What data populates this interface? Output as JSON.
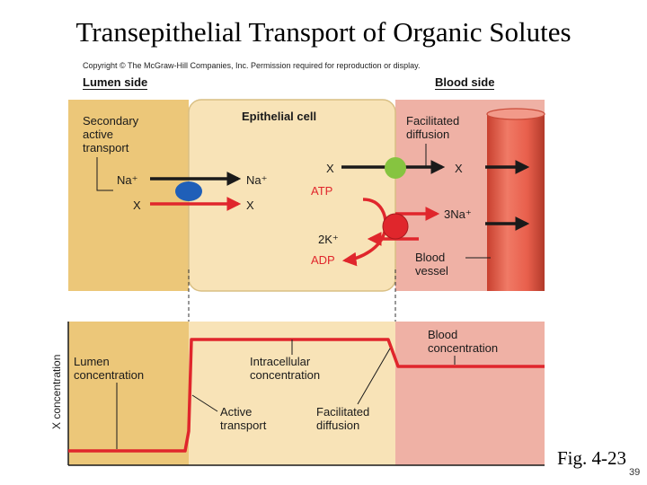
{
  "slide": {
    "title": "Transepithelial Transport of Organic Solutes",
    "copyright": "Copyright © The McGraw-Hill Companies, Inc. Permission required for reproduction or display.",
    "lumen_side": "Lumen side",
    "blood_side": "Blood side",
    "figure_label": "Fig. 4-23",
    "page_number": "39"
  },
  "top_panel": {
    "epithelial_cell": "Epithelial cell",
    "secondary_active_transport": [
      "Secondary",
      "active",
      "transport"
    ],
    "facilitated_diffusion": [
      "Facilitated",
      "diffusion"
    ],
    "na_left": "Na⁺",
    "na_right": "Na⁺",
    "x_left": "X",
    "x_mid": "X",
    "x_upper": "X",
    "x_blood": "X",
    "atp": "ATP",
    "three_na": "3Na⁺",
    "two_k": "2K⁺",
    "adp": "ADP",
    "blood_vessel": [
      "Blood",
      "vessel"
    ]
  },
  "bottom_panel": {
    "y_axis_label": "X concentration",
    "lumen_concentration": [
      "Lumen",
      "concentration"
    ],
    "intracellular_concentration": [
      "Intracellular",
      "concentration"
    ],
    "blood_concentration": [
      "Blood",
      "concentration"
    ],
    "active_transport": [
      "Active",
      "transport"
    ],
    "facilitated_diffusion": [
      "Facilitated",
      "diffusion"
    ]
  },
  "colors": {
    "lumen": "#ecc779",
    "cell": "#f8e3b7",
    "blood": "#efb1a5",
    "vessel": "#e85f4c",
    "red": "#e0262c",
    "blue_transporter": "#1f5fb8",
    "green_transporter": "#86c440",
    "red_pump": "#e0262c"
  }
}
